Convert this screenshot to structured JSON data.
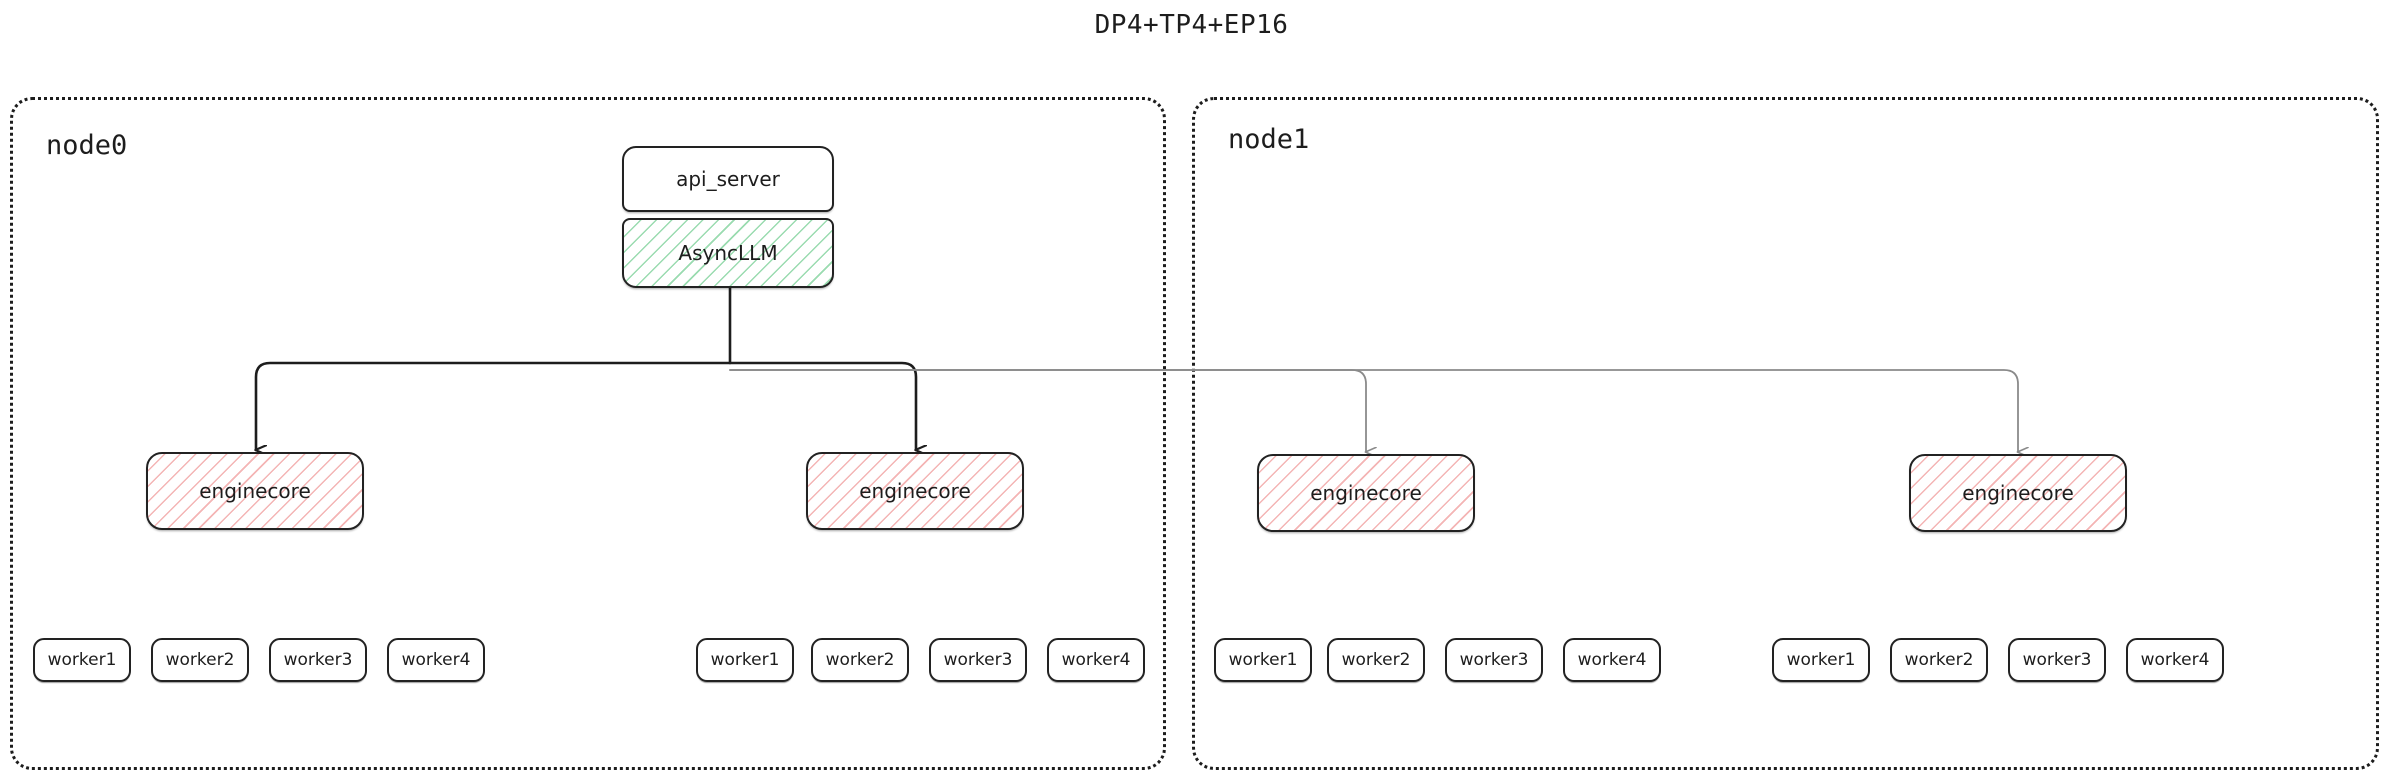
{
  "title": "DP4+TP4+EP16",
  "colors": {
    "stroke": "#222222",
    "arrow_primary": "#1d1d1d",
    "arrow_secondary": "#8a8a8a",
    "async_hatch": "#46be6e",
    "engine_hatch": "#e65a5a",
    "container_border": "#1d1d1d",
    "background": "#ffffff"
  },
  "nodes": [
    {
      "id": "node0",
      "label": "node0",
      "api_server": {
        "label": "api_server"
      },
      "async_llm": {
        "label": "AsyncLLM"
      },
      "engines": [
        {
          "label": "enginecore",
          "workers": [
            "worker1",
            "worker2",
            "worker3",
            "worker4"
          ]
        },
        {
          "label": "enginecore",
          "workers": [
            "worker1",
            "worker2",
            "worker3",
            "worker4"
          ]
        }
      ]
    },
    {
      "id": "node1",
      "label": "node1",
      "engines": [
        {
          "label": "enginecore",
          "workers": [
            "worker1",
            "worker2",
            "worker3",
            "worker4"
          ]
        },
        {
          "label": "enginecore",
          "workers": [
            "worker1",
            "worker2",
            "worker3",
            "worker4"
          ]
        }
      ]
    }
  ],
  "connections": {
    "from": "AsyncLLM",
    "to": [
      "enginecore",
      "enginecore",
      "enginecore",
      "enginecore"
    ],
    "style": "orthogonal-bus-with-arrowheads"
  }
}
